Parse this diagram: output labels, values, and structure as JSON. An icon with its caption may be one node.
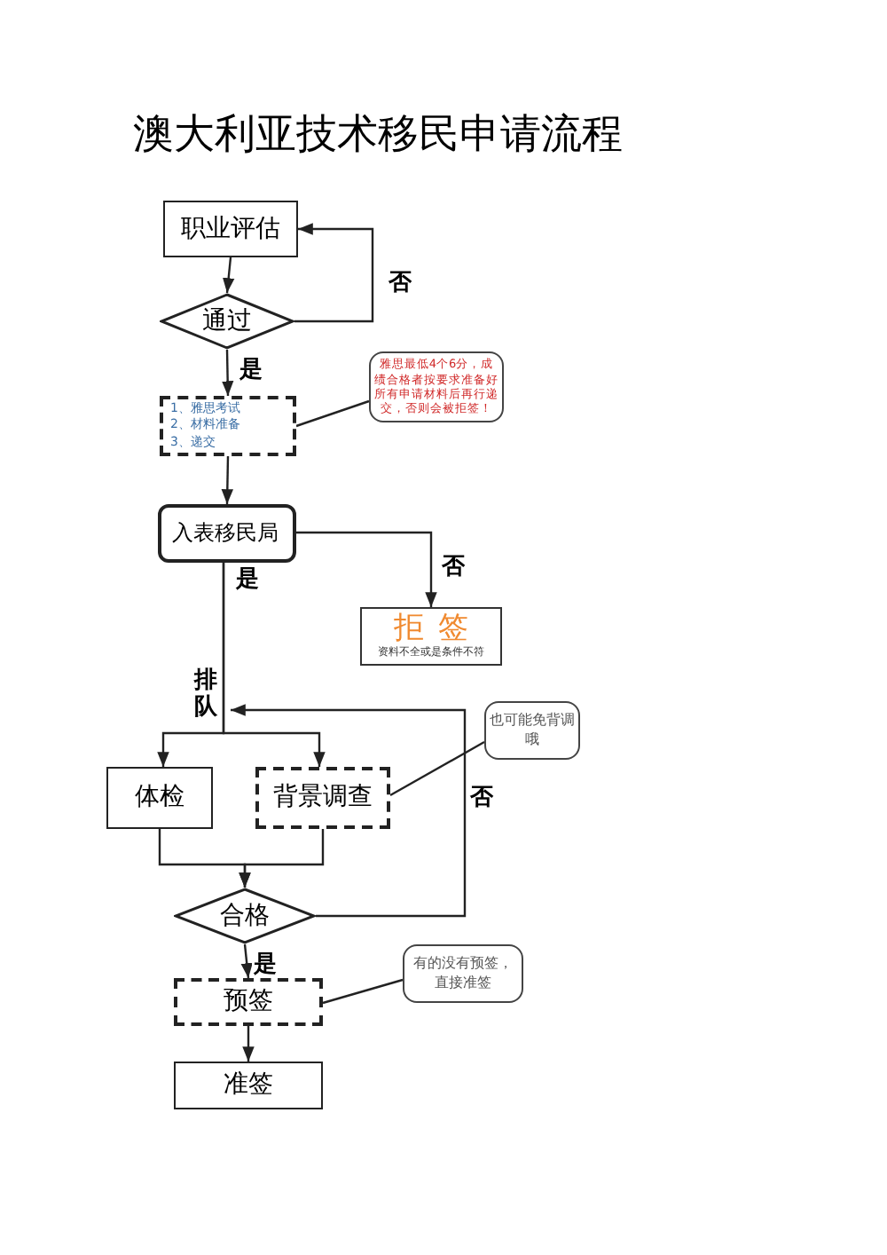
{
  "diagram": {
    "title": "澳大利亚技术移民申请流程",
    "nodes": [
      {
        "text": [
          "职业评估"
        ]
      },
      {
        "text": [
          "通过"
        ]
      },
      {
        "text": [
          "1、雅思考试",
          "2、材料准备",
          "3、递交"
        ]
      },
      {
        "text": [
          "雅思最低4个6分，成绩合格者按要求准备好所有申请材料后再行递交，否则会被拒签！"
        ]
      },
      {
        "text": [
          "入表移民局"
        ]
      },
      {
        "text": [
          "拒签",
          "资料不全或是条件不符"
        ]
      },
      {
        "text": [
          "体检"
        ]
      },
      {
        "text": [
          "背景调查"
        ]
      },
      {
        "text": [
          "也可能免背调哦"
        ]
      },
      {
        "text": [
          "合格"
        ]
      },
      {
        "text": [
          "预签"
        ]
      },
      {
        "text": [
          "有的没有预签，直接准签"
        ]
      },
      {
        "text": [
          "准签"
        ]
      }
    ],
    "edges": [
      {
        "from": 0,
        "to": 1,
        "arrow": "to"
      },
      {
        "from": 1,
        "to": 0,
        "arrow": "to",
        "label": "否"
      },
      {
        "from": 1,
        "to": 2,
        "arrow": "to",
        "label": "是"
      },
      {
        "from": 3,
        "to": 2,
        "arrow": "none"
      },
      {
        "from": 2,
        "to": 4,
        "arrow": "to"
      },
      {
        "from": 4,
        "to": 5,
        "arrow": "to",
        "label": "否"
      },
      {
        "from": 4,
        "to": 6,
        "arrow": "to",
        "label": "是"
      },
      {
        "from": 4,
        "to": 7,
        "arrow": "to",
        "label": "排队"
      },
      {
        "from": 6,
        "to": 9,
        "arrow": "to"
      },
      {
        "from": 7,
        "to": 9,
        "arrow": "to"
      },
      {
        "from": 9,
        "to": null,
        "arrow": "to",
        "label": "否"
      },
      {
        "from": 9,
        "to": 10,
        "arrow": "to",
        "label": "是"
      },
      {
        "from": 11,
        "to": 10,
        "arrow": "none"
      },
      {
        "from": 8,
        "to": 7,
        "arrow": "none"
      },
      {
        "from": 10,
        "to": 12,
        "arrow": "to"
      }
    ]
  }
}
